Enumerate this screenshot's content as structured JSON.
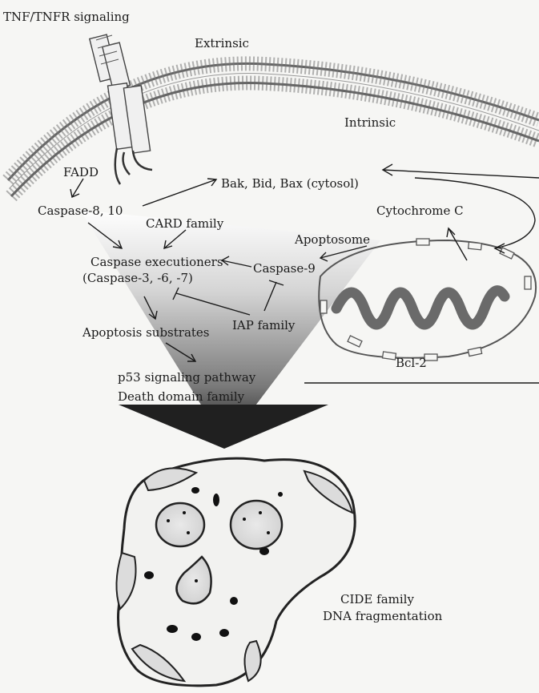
{
  "labels": {
    "tnf_signaling": "TNF/TNFR signaling",
    "extrinsic": "Extrinsic",
    "intrinsic": "Intrinsic",
    "fadd": "FADD",
    "caspase_8_10": "Caspase-8, 10",
    "bak_bid_bax": "Bak, Bid, Bax (cytosol)",
    "cytochrome_c": "Cytochrome C",
    "card_family": "CARD family",
    "apoptosome": "Apoptosome",
    "caspase_executioners": "Caspase executioners",
    "caspase_3_6_7": "(Caspase-3, -6, -7)",
    "caspase_9": "Caspase-9",
    "iap_family": "IAP family",
    "apoptosis_substrates": "Apoptosis substrates",
    "bcl2": "Bcl-2",
    "p53": "p53 signaling pathway",
    "death_domain": "Death domain family",
    "cide_family": "CIDE family",
    "dna_fragmentation": "DNA fragmentation"
  },
  "colors": {
    "ink": "#1a1a1a",
    "membrane": "#555555",
    "funnel_top": "#ffffff",
    "funnel_bottom": "#161616",
    "mito_crista": "#6a6a6a",
    "background": "#f6f6f4"
  }
}
